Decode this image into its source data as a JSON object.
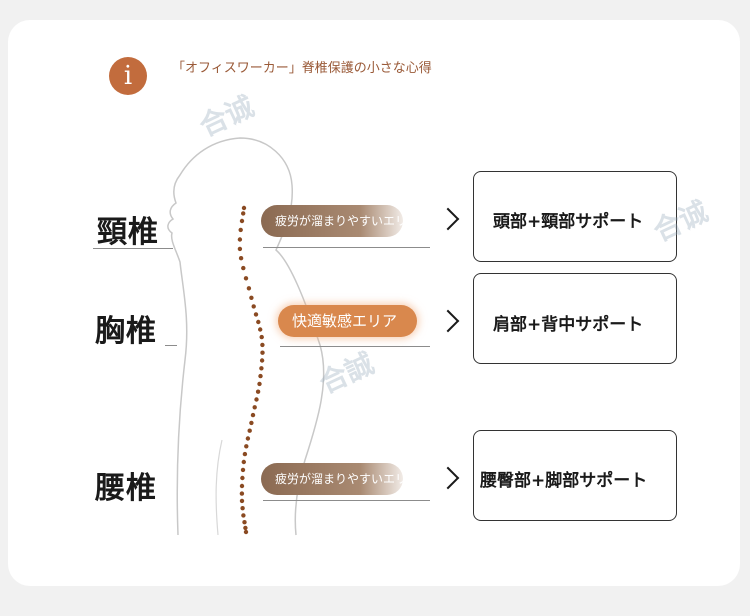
{
  "header": {
    "icon": "info-icon",
    "text": "「オフィスワーカー」脊椎保護の小さな心得"
  },
  "regions": [
    {
      "label": "頸椎",
      "tag": "疲労が溜まりやすいエリア",
      "support": "頭部+頸部サポート"
    },
    {
      "label": "胸椎",
      "tag": "快適敏感エリア",
      "support": "肩部+背中サポート"
    },
    {
      "label": "腰椎",
      "tag": "疲労が溜まりやすいエリア",
      "support": "腰臀部+脚部サポート"
    }
  ],
  "watermarks": [
    "合诚",
    "合誠",
    "合诚"
  ],
  "colors": {
    "accent": "#c26c3d",
    "pill_brown": "#8b6a52",
    "pill_orange": "#d9884d",
    "spine_dots": "#8a4a22"
  }
}
